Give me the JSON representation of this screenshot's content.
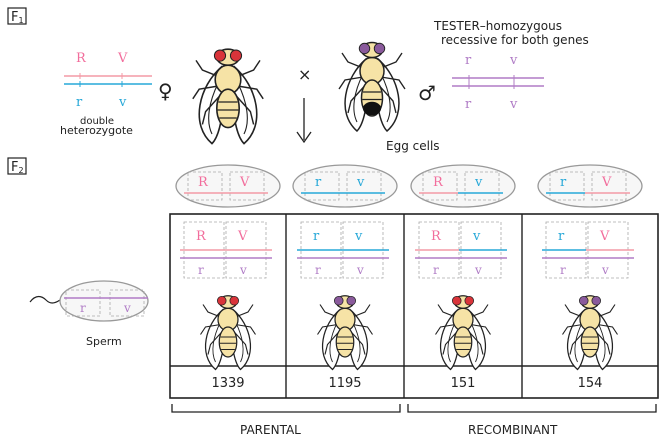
{
  "f1_label": "F",
  "f1_sub": "1",
  "f2_label": "F",
  "f2_sub": "2",
  "parent_alleles": {
    "top": [
      "R",
      "V"
    ],
    "bottom": [
      "r",
      "v"
    ]
  },
  "double_het_label_1": "double",
  "double_het_label_2": "heterozygote",
  "tester_label_1": "TESTER–homozygous",
  "tester_label_2": "recessive for both genes",
  "tester_alleles": {
    "top": [
      "r",
      "v"
    ],
    "bottom": [
      "r",
      "v"
    ]
  },
  "cross_symbol": "×",
  "female_symbol": "♀",
  "male_symbol": "♂",
  "egg_cells_label": "Egg cells",
  "sperm_label": "Sperm",
  "sperm_alleles": [
    "r",
    "v"
  ],
  "eggs": [
    {
      "a1": "R",
      "a2": "V",
      "c1": "#f26d9c",
      "c2": "#f26d9c",
      "line1": "#f49aa6",
      "line2": "#f49aa6"
    },
    {
      "a1": "r",
      "a2": "v",
      "c1": "#27a8d8",
      "c2": "#27a8d8",
      "line1": "#27a8d8",
      "line2": "#27a8d8"
    },
    {
      "a1": "R",
      "a2": "v",
      "c1": "#f26d9c",
      "c2": "#27a8d8",
      "line1": "#f49aa6",
      "line2": "#27a8d8"
    },
    {
      "a1": "r",
      "a2": "V",
      "c1": "#27a8d8",
      "c2": "#f26d9c",
      "line1": "#27a8d8",
      "line2": "#f49aa6"
    }
  ],
  "counts": [
    "1339",
    "1195",
    "151",
    "154"
  ],
  "parental_label": "PARENTAL",
  "recombinant_label": "RECOMBINANT",
  "colors": {
    "dominant": "#f26d9c",
    "recessive": "#27a8d8",
    "tester": "#b07cc6",
    "red_eye": "#d9343a",
    "purple_eye": "#8a5a9c",
    "body": "#f6e3a6",
    "outline": "#222222"
  }
}
